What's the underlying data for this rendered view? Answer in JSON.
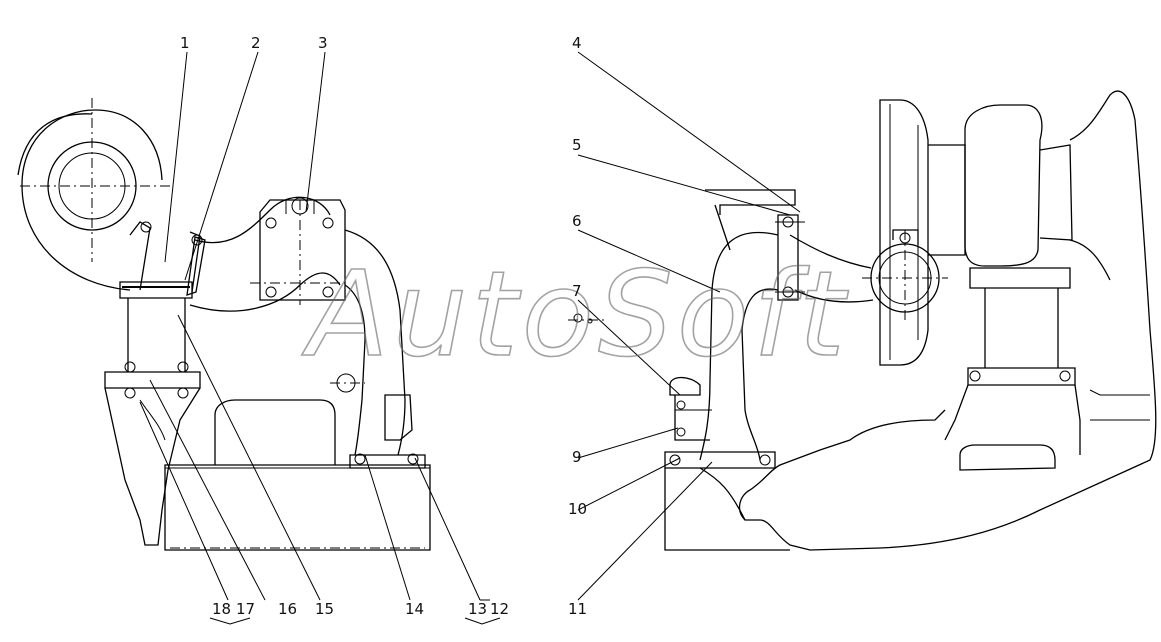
{
  "watermark": "AutoSoft",
  "callouts": [
    "1",
    "2",
    "3",
    "4",
    "5",
    "6",
    "7",
    "9",
    "10",
    "11",
    "12",
    "13",
    "14",
    "15",
    "16",
    "17",
    "18"
  ]
}
